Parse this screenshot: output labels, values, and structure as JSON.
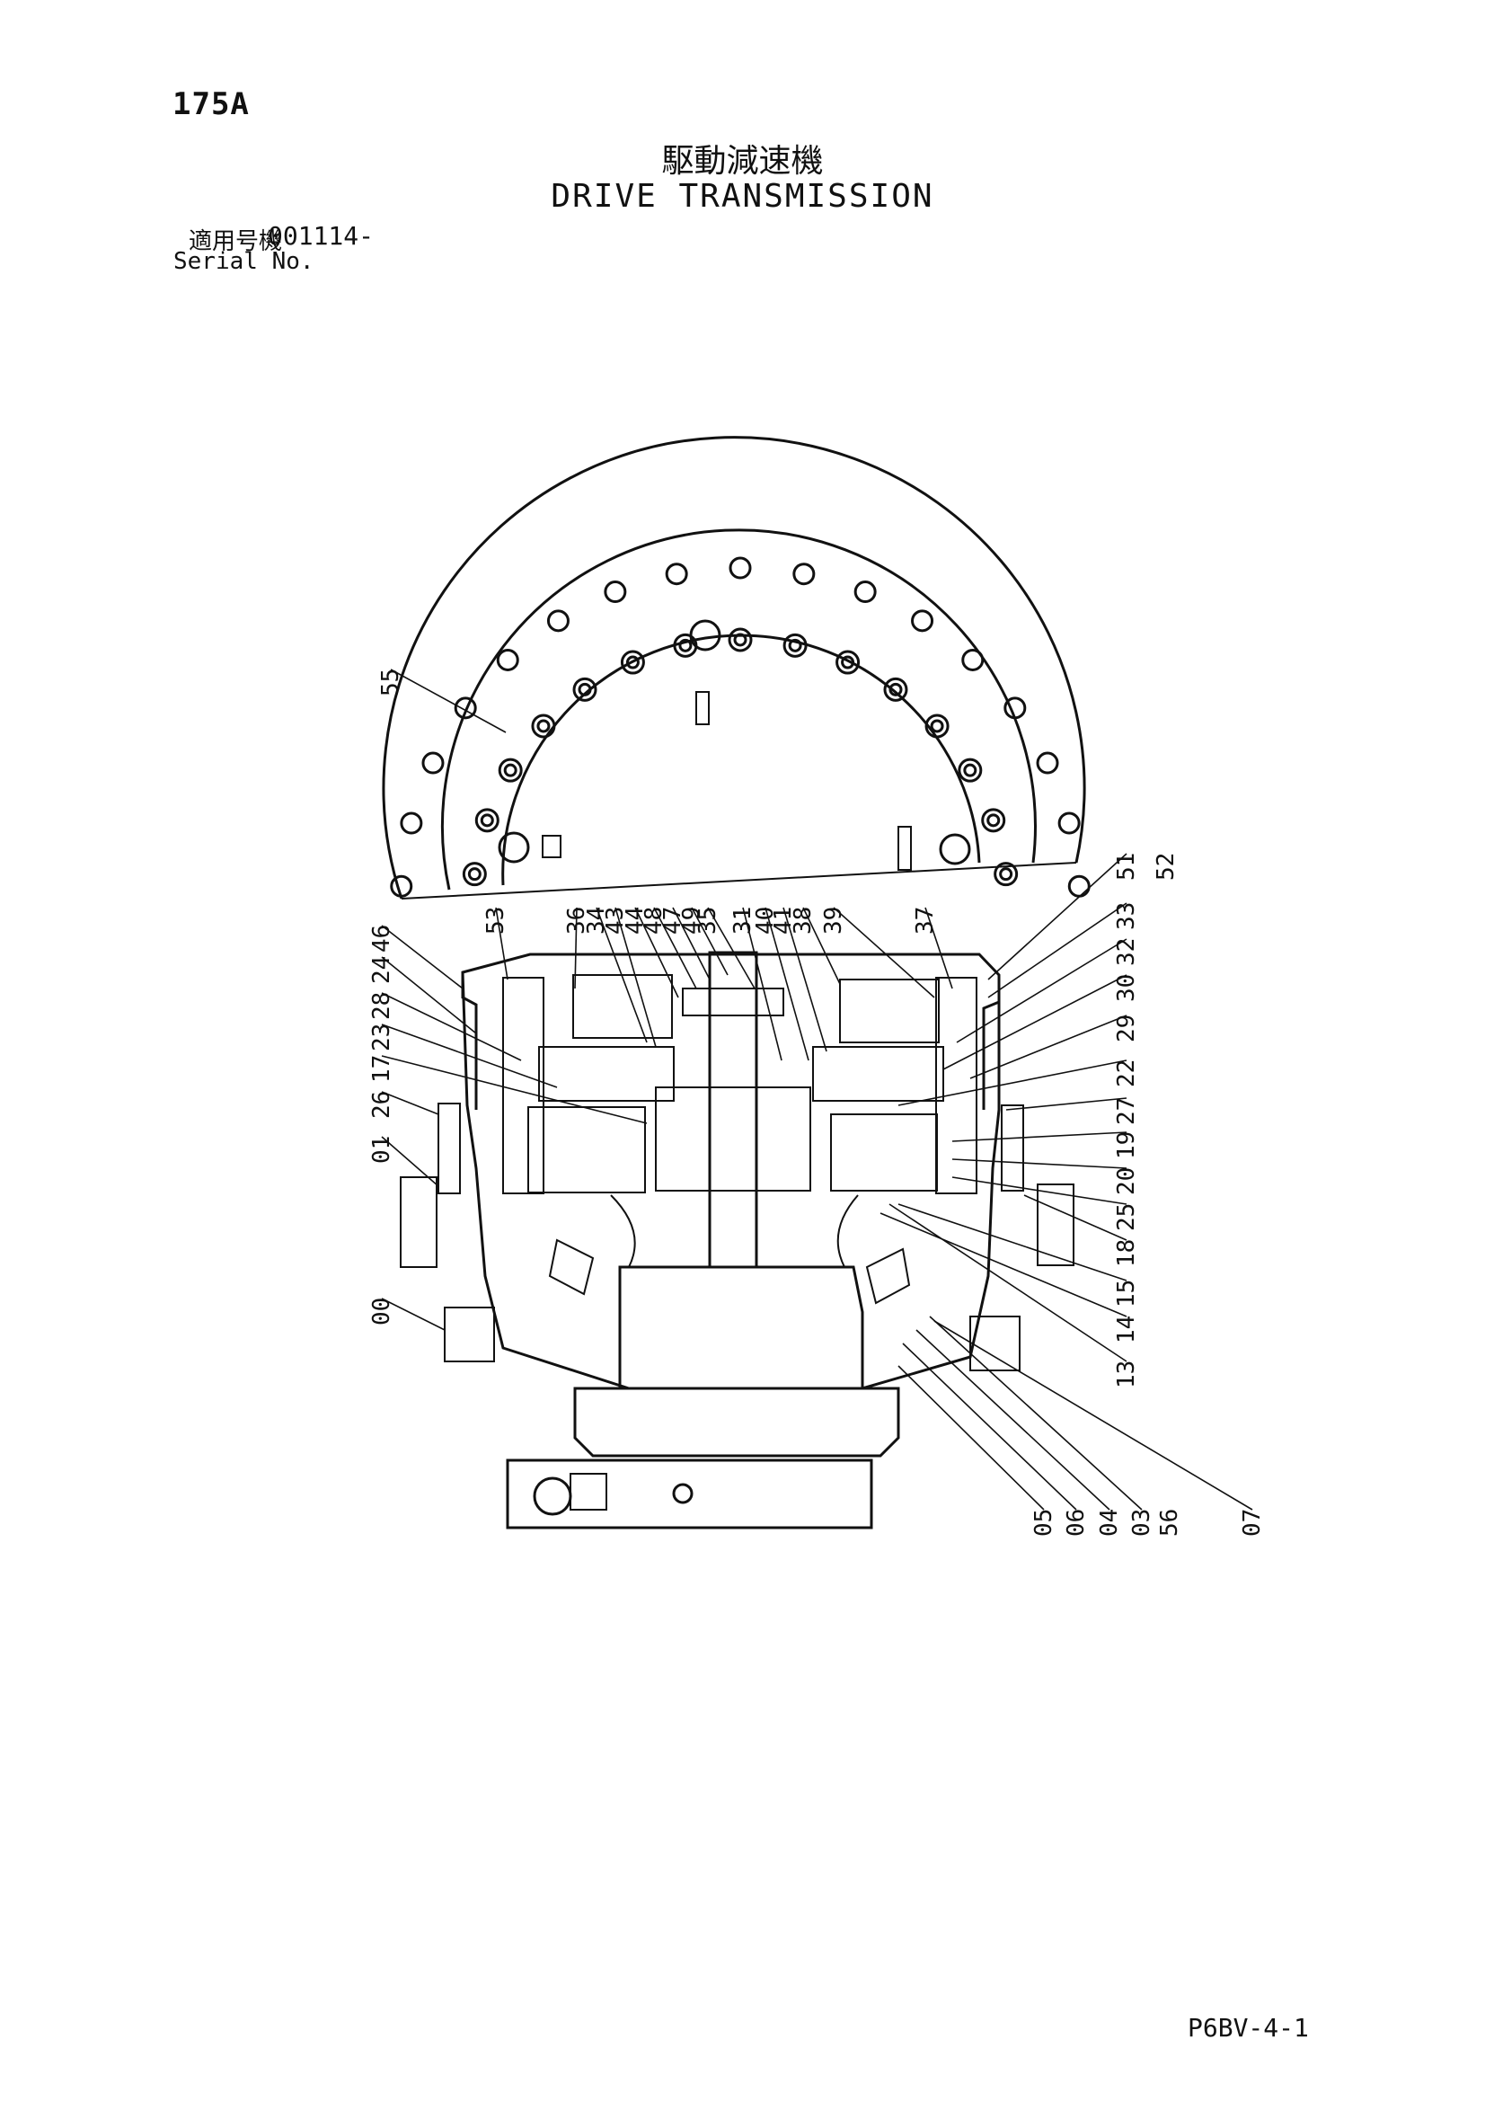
{
  "header": {
    "page_id": "175A",
    "title_jp": "駆動減速機",
    "title_en": "DRIVE TRANSMISSION",
    "serial_label_jp": "適用号機",
    "serial_value": "001114-",
    "serial_label_en": "Serial No."
  },
  "footer": {
    "drawing_code": "P6BV-4-1"
  },
  "parts": {
    "left": [
      "46",
      "24",
      "28",
      "23",
      "17",
      "26",
      "01",
      "00"
    ],
    "top": [
      "53",
      "36",
      "34",
      "43",
      "44",
      "48",
      "47",
      "49",
      "35",
      "31",
      "40",
      "41",
      "38",
      "39",
      "37"
    ],
    "right": [
      "51",
      "52",
      "33",
      "32",
      "30",
      "29",
      "22",
      "27",
      "19",
      "20",
      "25",
      "18",
      "15",
      "14",
      "13"
    ],
    "bottom": [
      "05",
      "06",
      "04",
      "03",
      "56",
      "07"
    ],
    "other": [
      "55"
    ]
  },
  "colors": {
    "ink": "#111111",
    "paper": "#ffffff"
  }
}
